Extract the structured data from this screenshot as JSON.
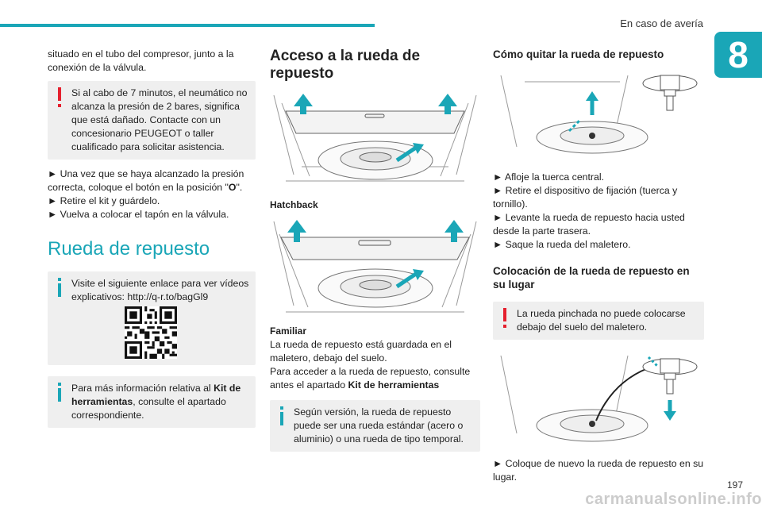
{
  "header": {
    "section_title": "En caso de avería",
    "chapter_number": "8"
  },
  "col1": {
    "intro_text": "situado en el tubo del compresor, junto a la conexión de la válvula.",
    "warning_1": "Si al cabo de 7 minutos, el neumático no alcanza la presión de 2 bares, significa que está dañado. Contacte con un concesionario PEUGEOT o taller cualificado para solicitar asistencia.",
    "step_1a": "► Una vez que se haya alcanzado la presión correcta, coloque el botón en la posición \"",
    "step_1b": "O",
    "step_1c": "\".",
    "step_2": "► Retire el kit y guárdelo.",
    "step_3": "► Vuelva a colocar el tapón en la válvula.",
    "heading_spare": "Rueda de repuesto",
    "info_video": "Visite el siguiente enlace para ver vídeos explicativos: http://q-r.to/bagGl9",
    "info_tools_a": "Para más información relativa al ",
    "info_tools_b": "Kit de herramientas",
    "info_tools_c": ", consulte el apartado correspondiente."
  },
  "col2": {
    "heading_access": "Acceso a la rueda de repuesto",
    "caption_hatchback": "Hatchback",
    "caption_familiar": "Familiar",
    "text_1": "La rueda de repuesto está guardada en el maletero, debajo del suelo.",
    "text_2a": "Para acceder a la rueda de repuesto, consulte antes el apartado ",
    "text_2b": "Kit de herramientas",
    "info_version": "Según versión, la rueda de repuesto puede ser una rueda estándar (acero o aluminio) o una rueda de tipo temporal."
  },
  "col3": {
    "heading_remove": "Cómo quitar la rueda de repuesto",
    "remove_1": "► Afloje la tuerca central.",
    "remove_2": "► Retire el dispositivo de fijación (tuerca y tornillo).",
    "remove_3": "► Levante la rueda de repuesto hacia usted desde la parte trasera.",
    "remove_4": "► Saque la rueda del maletero.",
    "heading_place": "Colocación de la rueda de repuesto en su lugar",
    "warning_place": "La rueda pinchada no puede colocarse debajo del suelo del maletero.",
    "place_1": "► Coloque de nuevo la rueda de repuesto en su lugar."
  },
  "footer": {
    "page_number": "197",
    "watermark": "carmanualsonline.info"
  },
  "colors": {
    "accent": "#1aa6b7",
    "warning": "#e5202e",
    "note_bg": "#efefef"
  },
  "icons": [
    "warning-icon",
    "info-icon",
    "qr-code",
    "arrow-up-icon",
    "arrow-down-icon"
  ]
}
